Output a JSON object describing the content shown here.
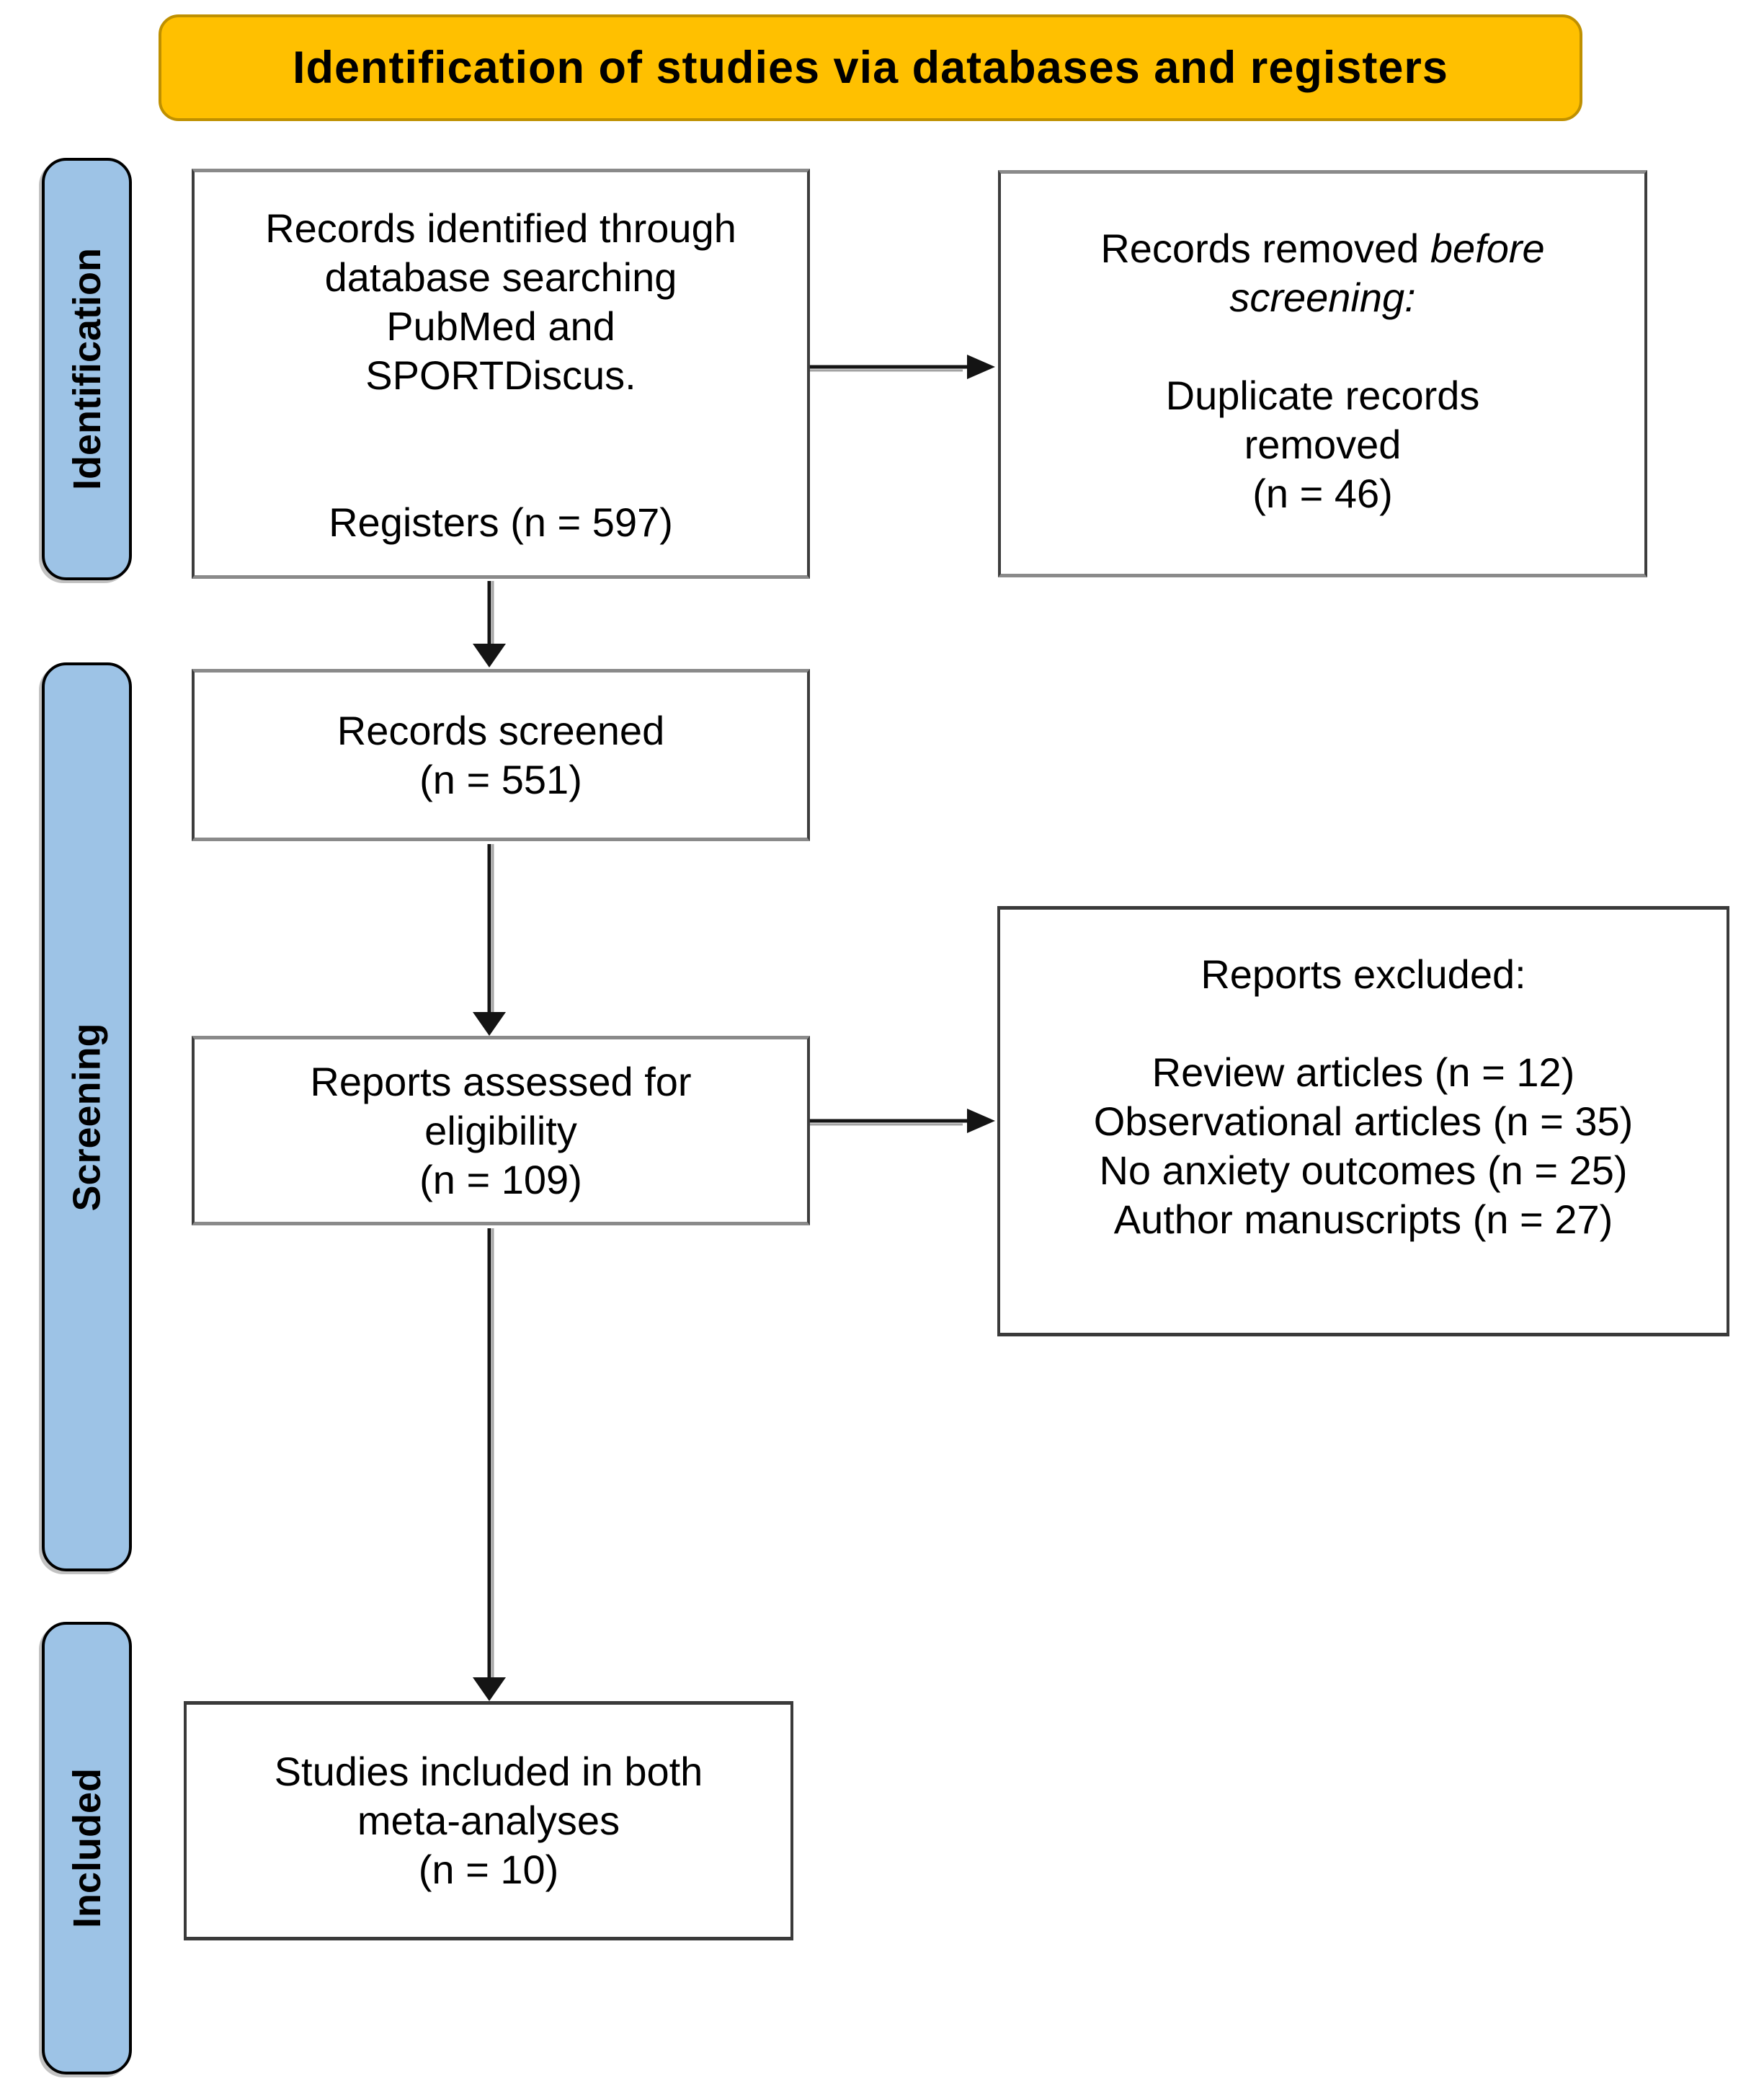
{
  "banner": {
    "title": "Identification of studies via databases and registers"
  },
  "stages": {
    "identification": "Identification",
    "screening": "Screening",
    "included": "Included"
  },
  "boxes": {
    "records_identified": {
      "lines": [
        "Records identified through",
        "database searching",
        "PubMed and",
        "SPORTDiscus."
      ],
      "registers_line": "Registers (n = 597)"
    },
    "records_removed": {
      "line1_normal": "Records removed ",
      "line1_italic": "before",
      "line2_italic": "screening:",
      "lines": [
        "Duplicate records",
        "removed",
        "(n = 46)"
      ]
    },
    "records_screened": {
      "lines": [
        "Records screened",
        "(n = 551)"
      ]
    },
    "reports_assessed": {
      "lines": [
        "Reports assessed for",
        "eligibility",
        "(n = 109)"
      ]
    },
    "reports_excluded": {
      "heading": "Reports excluded:",
      "lines": [
        "Review articles (n = 12)",
        "Observational articles (n = 35)",
        "No anxiety outcomes (n = 25)",
        "Author manuscripts (n = 27)"
      ]
    },
    "studies_included": {
      "lines": [
        "Studies included in both",
        "meta-analyses",
        "(n = 10)"
      ]
    }
  },
  "colors": {
    "banner_fill": "#FFC000",
    "banner_border": "#BF9000",
    "stage_fill": "#9DC3E6",
    "stage_border": "#000000",
    "box_border_gray": "#8a8a8a",
    "box_border_dark": "#3d3d3d",
    "arrow": "#141414",
    "text": "#000000"
  }
}
